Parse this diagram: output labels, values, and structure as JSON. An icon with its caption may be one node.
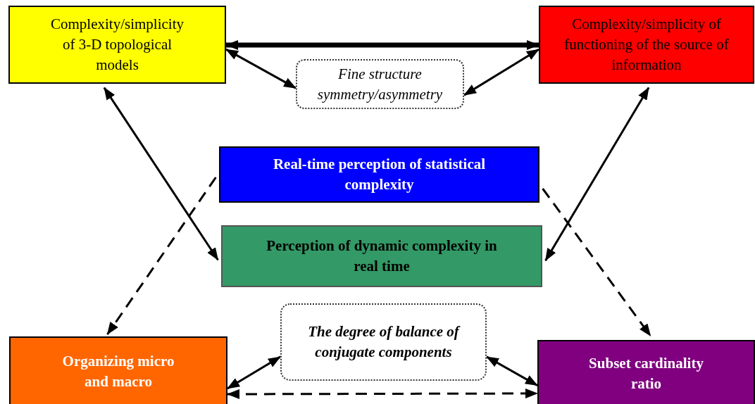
{
  "diagram": {
    "nodes": [
      {
        "text": [
          "Complexity/simplicity of 3-D topological models"
        ]
      },
      {
        "text": [
          "Complexity/simplicity of functioning of the source of information"
        ]
      },
      {
        "text": [
          "Fine structure symmetry/asymmetry"
        ]
      },
      {
        "text": [
          "Real-time perception of statistical complexity"
        ]
      },
      {
        "text": [
          "Perception of dynamic complexity in real time"
        ]
      },
      {
        "text": [
          "The degree of balance of conjugate components"
        ]
      },
      {
        "text": [
          "Organizing micro and macro"
        ]
      },
      {
        "text": [
          "Subset cardinality ratio"
        ]
      }
    ],
    "edges": [
      {
        "from": 0,
        "to": 1,
        "arrow": "both",
        "style": "thick"
      },
      {
        "from": 0,
        "to": 2,
        "arrow": "both"
      },
      {
        "from": 1,
        "to": 2,
        "arrow": "both"
      },
      {
        "from": 0,
        "to": 4,
        "arrow": "both"
      },
      {
        "from": 1,
        "to": 4,
        "arrow": "both"
      },
      {
        "from": 3,
        "to": 6,
        "arrow": "to",
        "style": "dashed"
      },
      {
        "from": 3,
        "to": 7,
        "arrow": "to",
        "style": "dashed"
      },
      {
        "from": 6,
        "to": 5,
        "arrow": "both"
      },
      {
        "from": 7,
        "to": 5,
        "arrow": "both"
      },
      {
        "from": 6,
        "to": 7,
        "arrow": "both",
        "style": "dashed"
      }
    ]
  }
}
